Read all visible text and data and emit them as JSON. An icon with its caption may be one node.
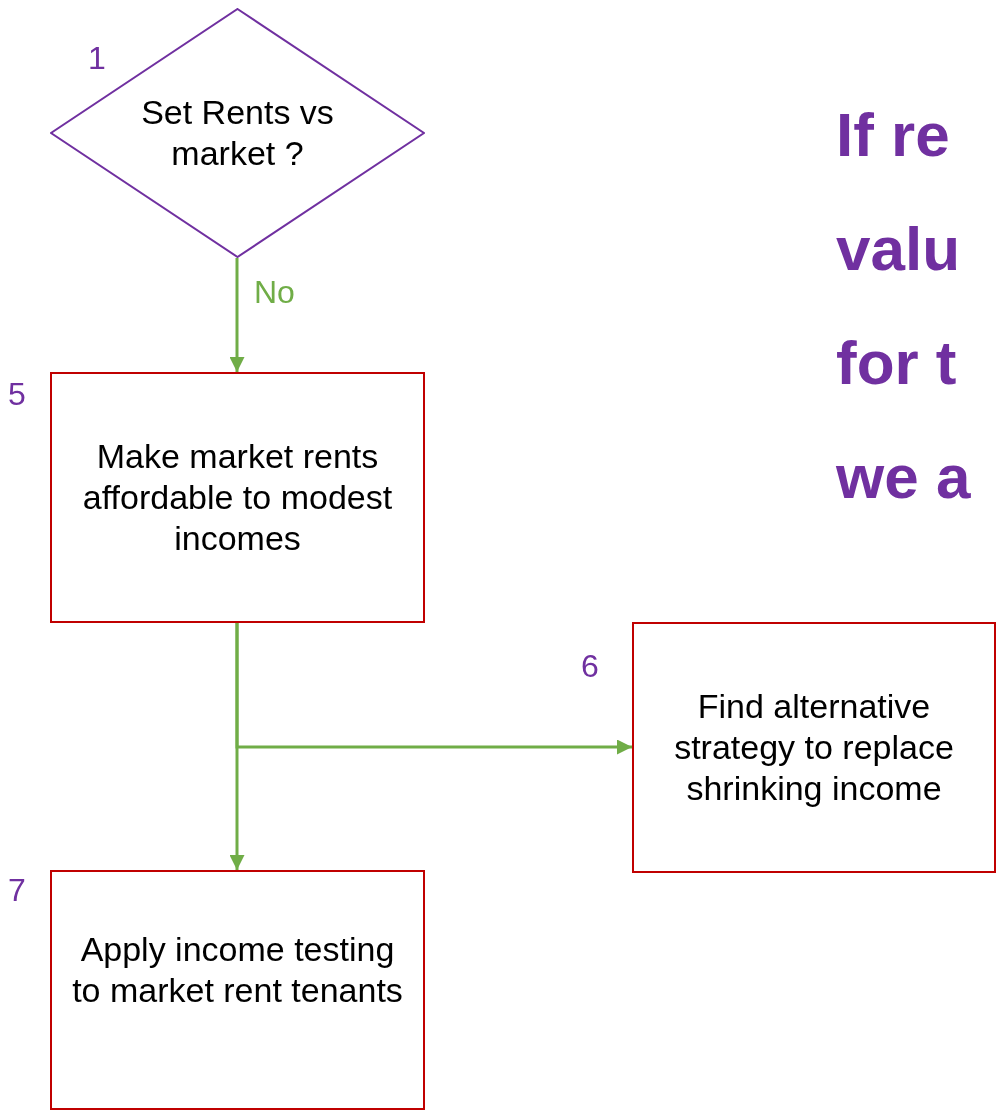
{
  "diagram": {
    "title": "If re valu for t we a",
    "nodes": [
      {
        "text": [
          "Set Rents vs market ?"
        ],
        "beside": [
          "1"
        ]
      },
      {
        "text": [
          "Make market rents affordable to modest incomes"
        ],
        "beside": [
          "5"
        ]
      },
      {
        "text": [
          "Find alternative strategy to replace shrinking income"
        ],
        "beside": [
          "6"
        ]
      },
      {
        "text": [
          "Apply income testing to market rent tenants"
        ],
        "beside": [
          "7"
        ]
      }
    ],
    "edges": [
      {
        "from": 0,
        "to": 1,
        "arrow": "to",
        "label": "No"
      },
      {
        "from": 1,
        "to": 2,
        "arrow": "to"
      },
      {
        "from": 1,
        "to": 3,
        "arrow": "to"
      }
    ]
  }
}
